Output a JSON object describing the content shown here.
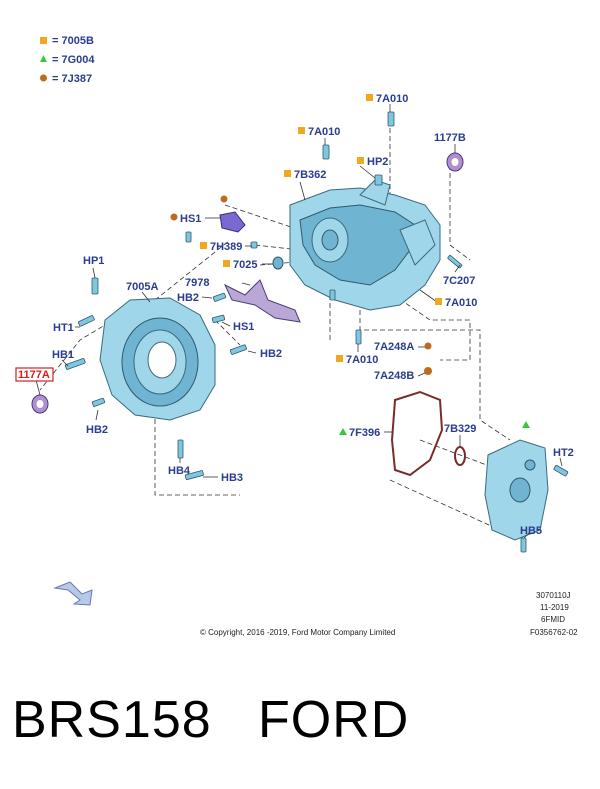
{
  "legend": [
    {
      "symbol": "square",
      "color": "#f0a820",
      "text": "= 7005B"
    },
    {
      "symbol": "triangle",
      "color": "#3ec43e",
      "text": "= 7G004"
    },
    {
      "symbol": "circle",
      "color": "#c06a20",
      "text": "= 7J387"
    }
  ],
  "labels": {
    "l_7a010_top": "7A010",
    "l_7a010_2": "7A010",
    "l_1177b": "1177B",
    "l_hp2": "HP2",
    "l_7b362": "7B362",
    "l_hs1a": "HS1",
    "l_7h389": "7H389",
    "l_7025": "7025",
    "l_7978": "7978",
    "l_hb2a": "HB2",
    "l_hs1b": "HS1",
    "l_hp1": "HP1",
    "l_7005a": "7005A",
    "l_ht1": "HT1",
    "l_hb1": "HB1",
    "l_1177a": "1177A",
    "l_hb2b": "HB2",
    "l_hb2c": "HB2",
    "l_hb4": "HB4",
    "l_hb3": "HB3",
    "l_7c207": "7C207",
    "l_7a010_3": "7A010",
    "l_7a010_4": "7A010",
    "l_7a248a": "7A248A",
    "l_7a248b": "7A248B",
    "l_7f396": "7F396",
    "l_7b329": "7B329",
    "l_ht2": "HT2",
    "l_hb5": "HB5"
  },
  "info": {
    "code": "3070110J",
    "date": "11-2019",
    "model": "6FMID",
    "ref": "F0356762-02"
  },
  "copyright": "© Copyright, 2016 -2019, Ford Motor Company Limited",
  "footer": {
    "part_number": "BRS158",
    "brand": "FORD"
  }
}
